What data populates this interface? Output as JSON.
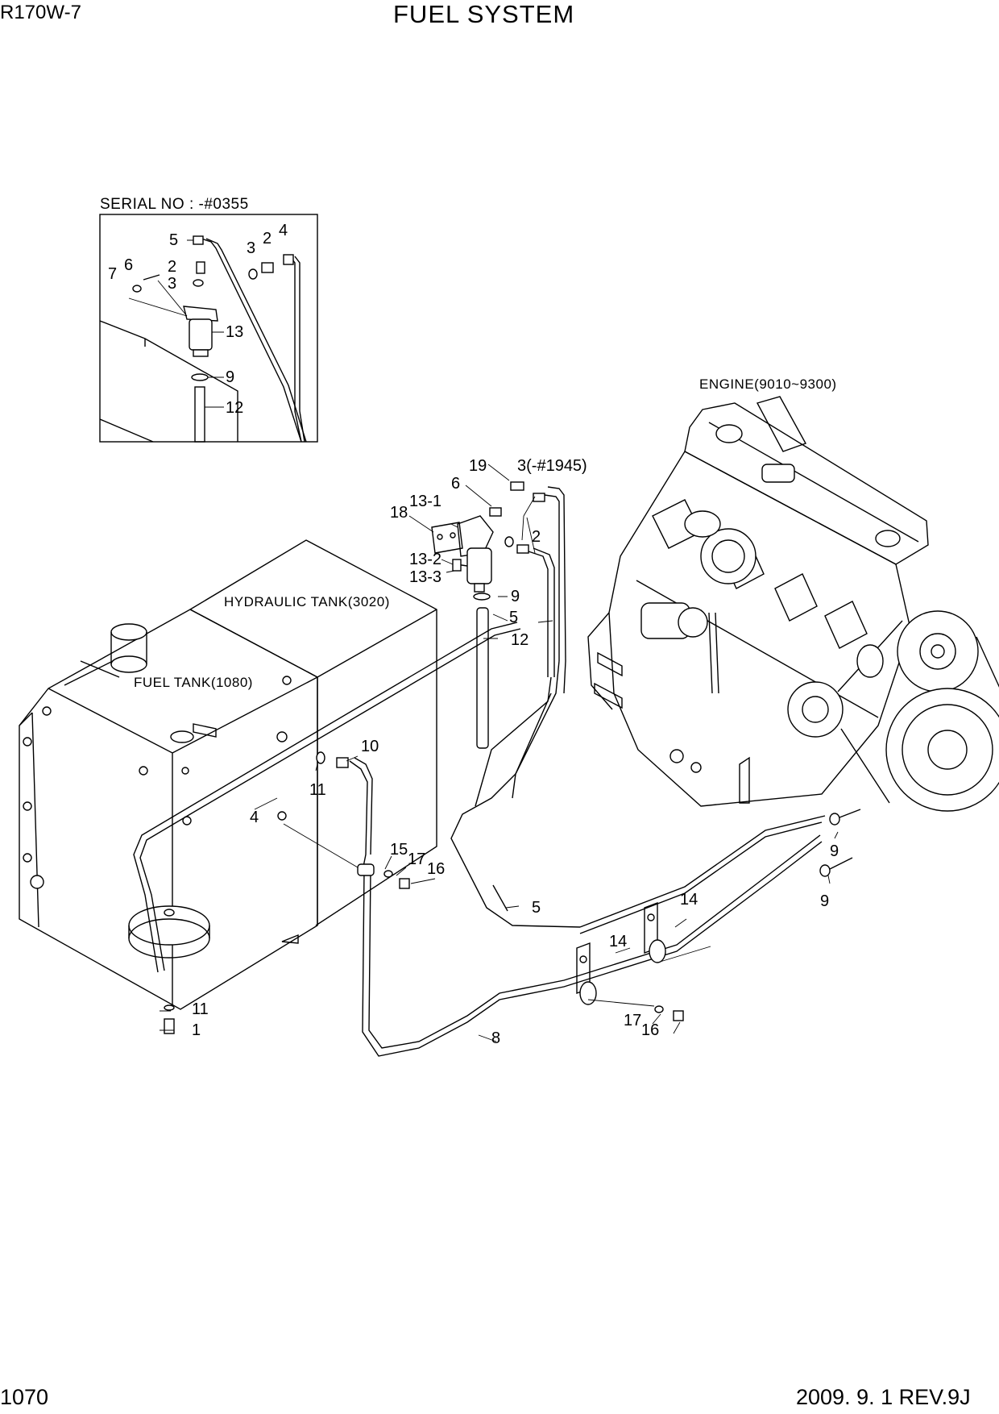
{
  "header": {
    "model": "R170W-7",
    "title": "FUEL SYSTEM"
  },
  "footer": {
    "page_number": "1070",
    "revision": "2009. 9. 1  REV.9J"
  },
  "inset": {
    "serial_caption": "SERIAL NO : -#0355",
    "labels": [
      "5",
      "3",
      "2",
      "4",
      "6",
      "7",
      "2",
      "3",
      "13",
      "9",
      "12"
    ]
  },
  "captions": {
    "engine": "ENGINE(9010~9300)",
    "hydraulic_tank": "HYDRAULIC TANK(3020)",
    "fuel_tank": "FUEL TANK(1080)"
  },
  "callouts": [
    "19",
    "3(-#1945)",
    "6",
    "13-1",
    "18",
    "2",
    "13-2",
    "13-3",
    "9",
    "5",
    "12",
    "10",
    "11",
    "4",
    "15",
    "17",
    "16",
    "11",
    "1",
    "5",
    "14",
    "14",
    "9",
    "9",
    "17",
    "16",
    "8"
  ]
}
